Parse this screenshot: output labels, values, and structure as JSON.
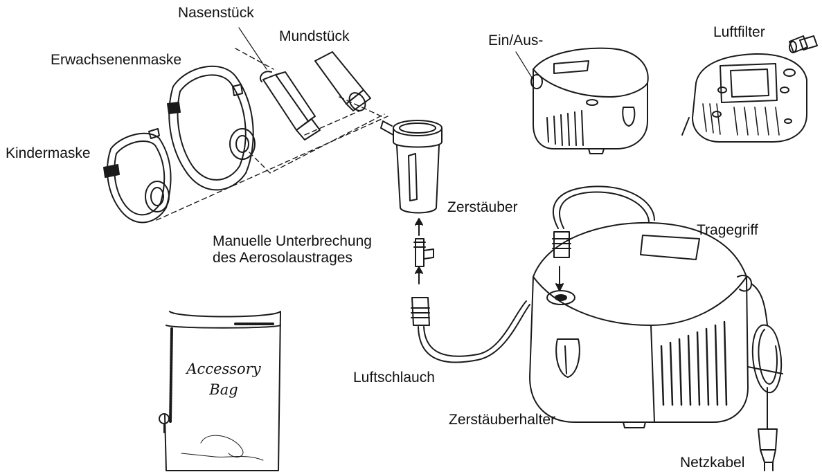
{
  "labels": {
    "nasenstueck": "Nasenstück",
    "mundstueck": "Mundstück",
    "erwachsenenmaske": "Erwachsenenmaske",
    "kindermaske": "Kindermaske",
    "ein_aus": "Ein/Aus-",
    "luftfilter": "Luftfilter",
    "zerstaeuber": "Zerstäuber",
    "tragegriff": "Tragegriff",
    "manuelle_line1": "Manuelle Unterbrechung",
    "manuelle_line2": "des Aerosolaustrages",
    "luftschlauch": "Luftschlauch",
    "zerstaeuberhalter": "Zerstäuberhalter",
    "netzkabel": "Netzkabel"
  },
  "bag": {
    "line1": "Accessory",
    "line2": "Bag"
  },
  "colors": {
    "line": "#1a1a1a",
    "shade": "#555555",
    "background": "#ffffff"
  }
}
